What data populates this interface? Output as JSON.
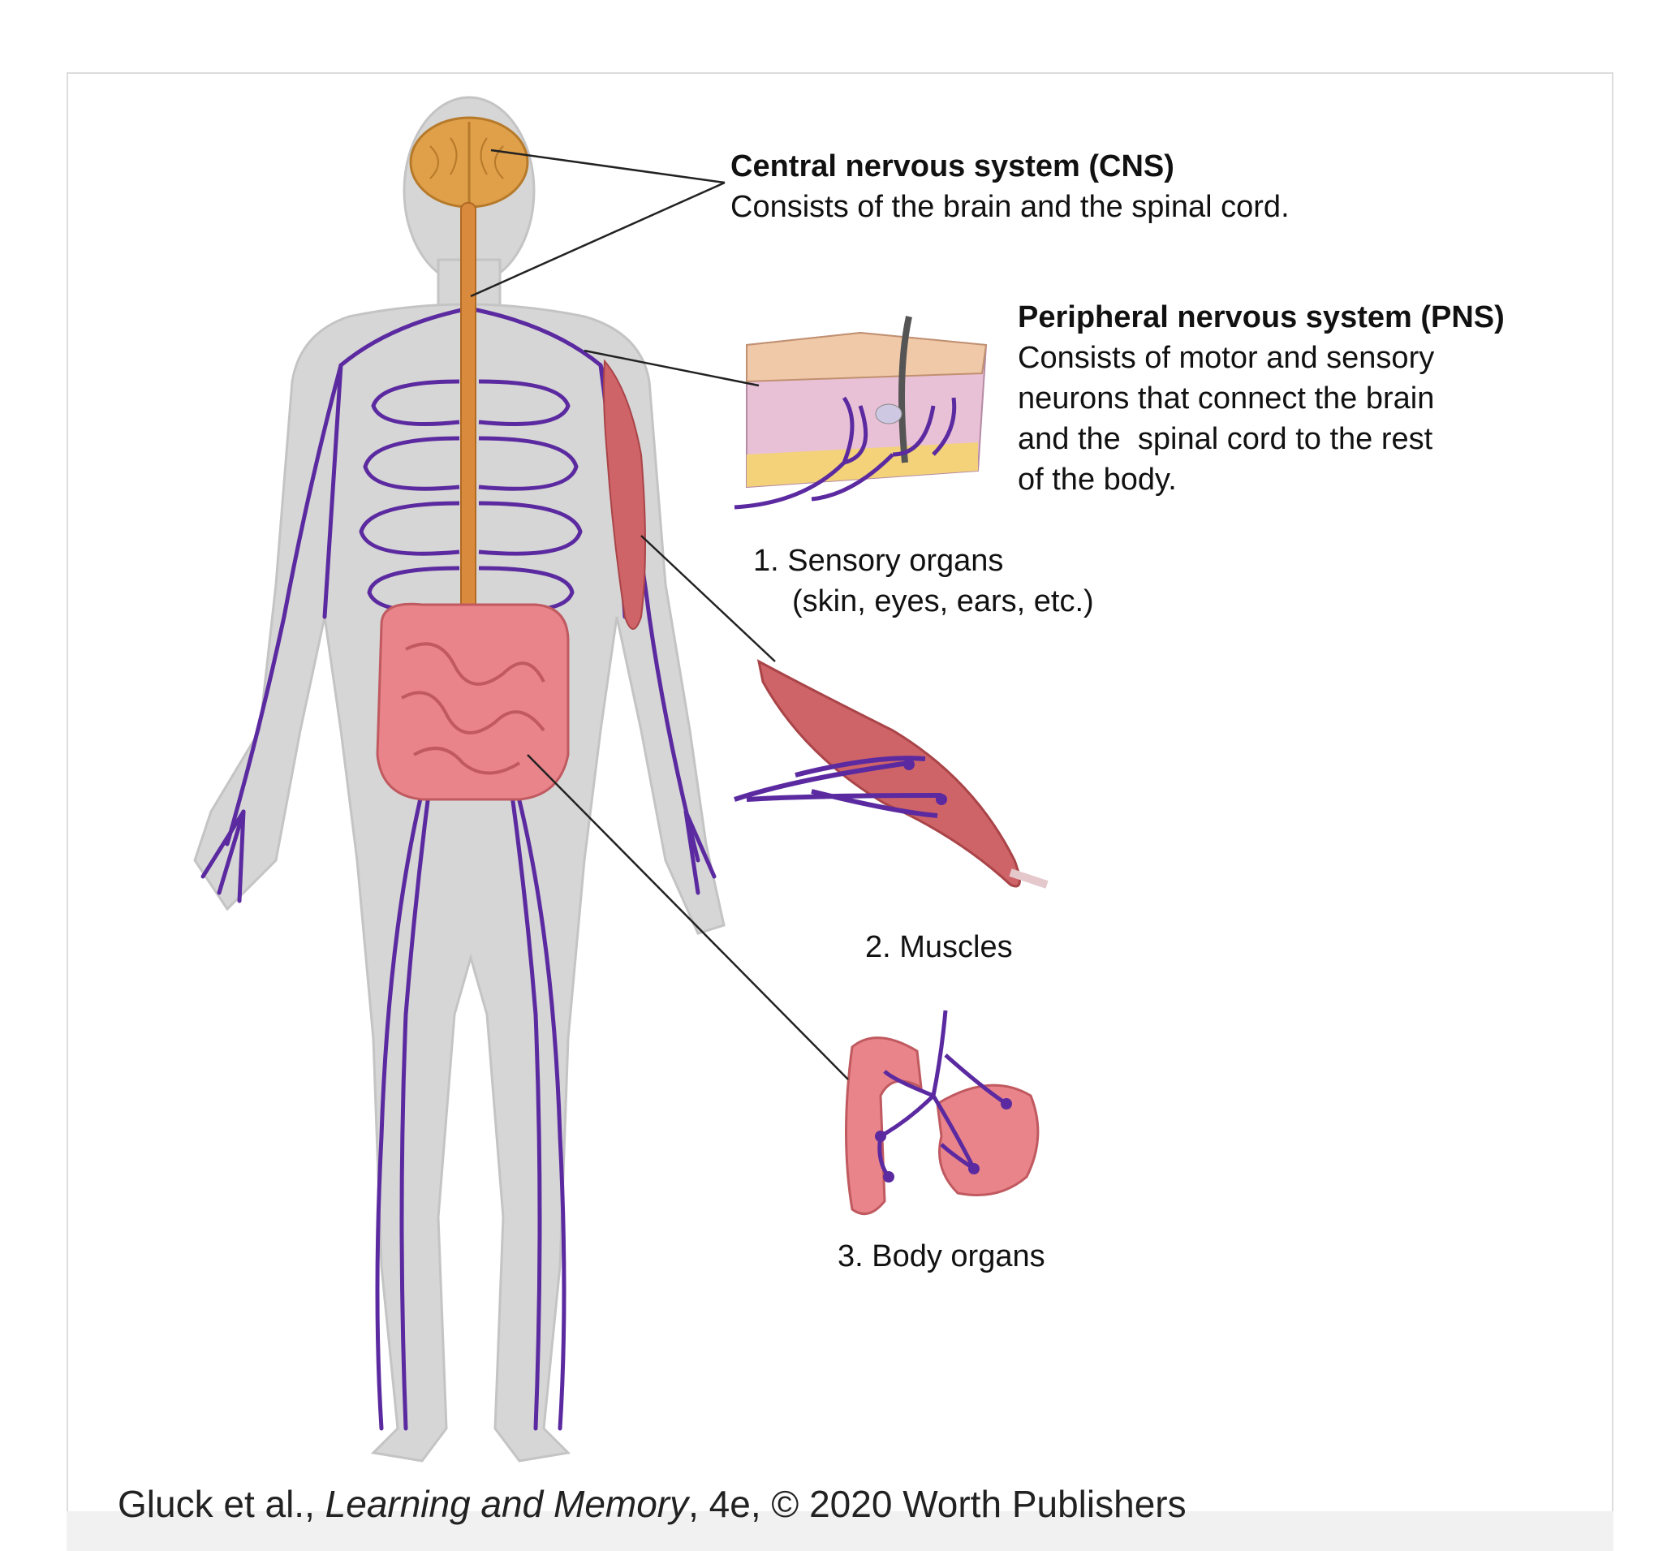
{
  "labels": {
    "cns_title": "Central nervous system (CNS)",
    "cns_desc": "Consists of the brain and the spinal cord.",
    "pns_title": "Peripheral nervous system (PNS)",
    "pns_desc_1": "Consists of motor and sensory",
    "pns_desc_2": "neurons that connect the brain",
    "pns_desc_3": "and the  spinal cord to the rest",
    "pns_desc_4": "of the body.",
    "sensory_1": "1. Sensory organs",
    "sensory_2": "(skin, eyes, ears, etc.)",
    "muscles": "2. Muscles",
    "organs": "3. Body organs"
  },
  "credit": {
    "pre": "Gluck et al., ",
    "book": "Learning and Memory",
    "post": ", 4e, © 2020 Worth Publishers"
  },
  "colors": {
    "nerve": "#5b2aa0",
    "body": "#d5d5d5",
    "brain": "#e0a04a",
    "intestine": "#e8848a",
    "muscle": "#c9565a",
    "skin": "#e9c1d6"
  }
}
